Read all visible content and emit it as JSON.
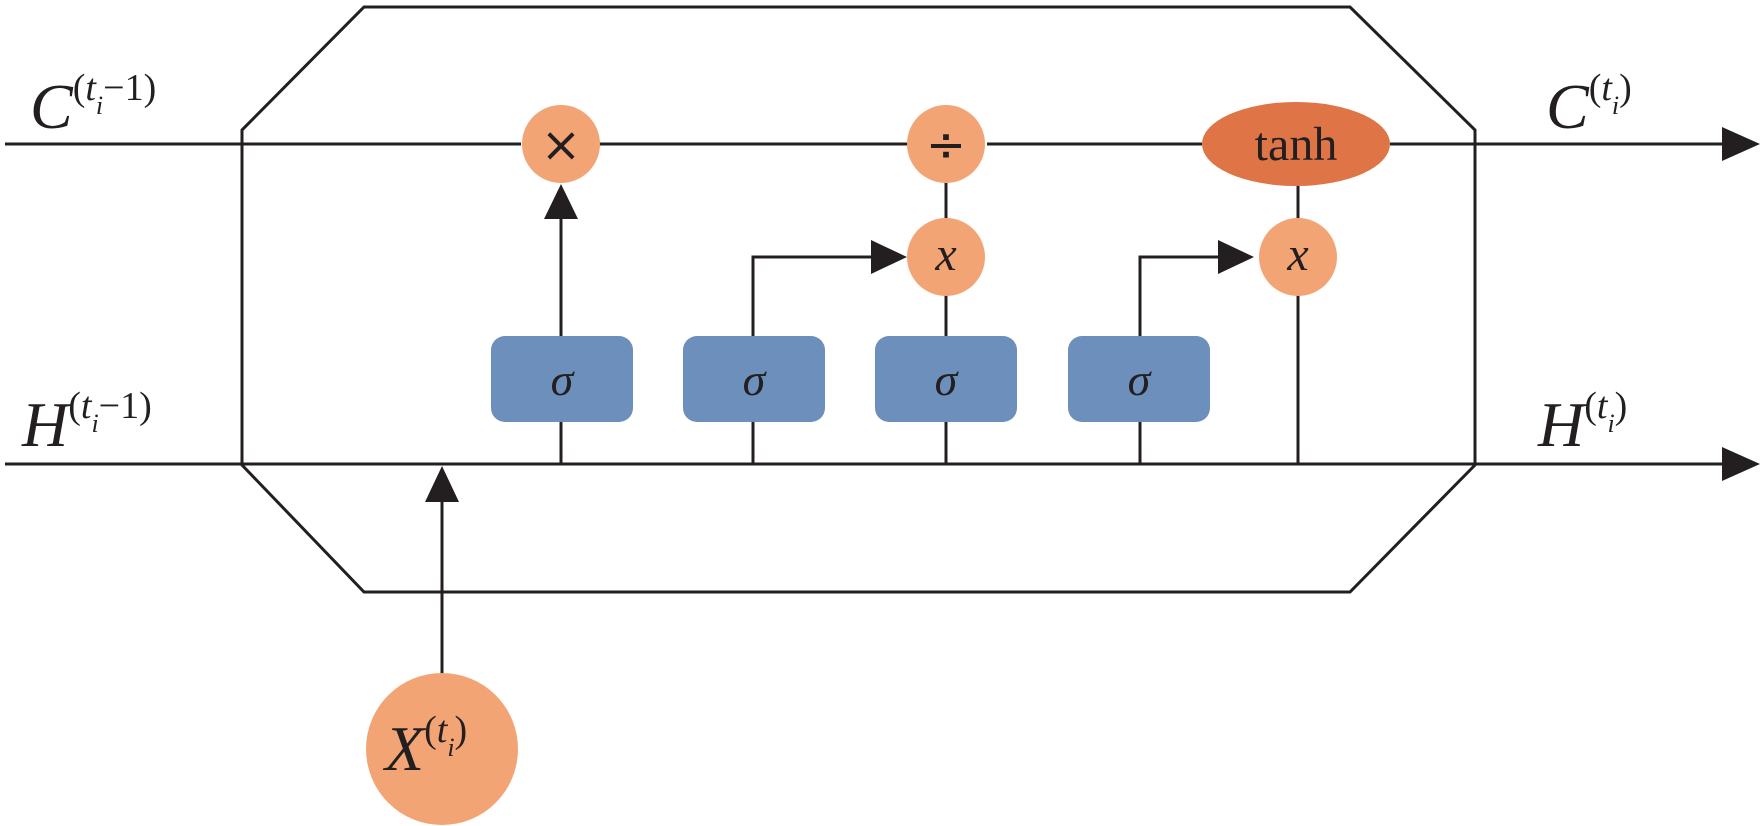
{
  "colors": {
    "line": "#231f20",
    "gate_box": "#6d8fbb",
    "op_circle": "#f3a474",
    "tanh_ellipse": "#df7447",
    "background": "#ffffff"
  },
  "labels": {
    "cell_in": {
      "base": "C",
      "sup": "t",
      "sub": "i",
      "suffix": "−1)"
    },
    "cell_out": {
      "base": "C",
      "sup": "t",
      "sub": "i",
      "suffix": ")"
    },
    "hidden_in": {
      "base": "H",
      "sup": "t",
      "sub": "i",
      "suffix": "−1)"
    },
    "hidden_out": {
      "base": "H",
      "sup": "t",
      "sub": "i",
      "suffix": ")"
    },
    "input": {
      "base": "X",
      "sup": "t",
      "sub": "i",
      "suffix": ")"
    },
    "paren_open": "("
  },
  "operators": {
    "multiply": "×",
    "divide": "÷",
    "mult_x_1": "x",
    "mult_x_2": "x",
    "tanh": "tanh"
  },
  "gates": [
    "σ",
    "σ",
    "σ",
    "σ"
  ]
}
